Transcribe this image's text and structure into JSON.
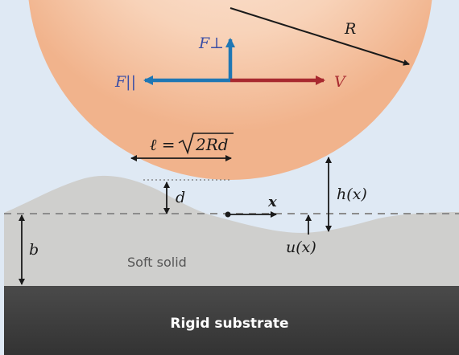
{
  "labels": {
    "radius": "R",
    "force_perp": "F⊥",
    "force_parallel": "F||",
    "velocity": "V",
    "contact_length_lhs": "ℓ =",
    "contact_length_rad": "2Rd",
    "indent_depth": "d",
    "position_x": "x",
    "gap": "h(x)",
    "displacement": "u(x)",
    "thickness": "b",
    "soft_layer": "Soft solid",
    "substrate": "Rigid substrate"
  },
  "colors": {
    "sky": "#dfe9f4",
    "sphere_center": "#fde9dc",
    "sphere_edge": "#f3b893",
    "soft_solid": "#cfcfcd",
    "substrate": "#3f3f3f",
    "force_blue": "#1f77b4",
    "velocity_red": "#a8292f",
    "label_blue": "#3a4ea6",
    "label_red": "#a8292f",
    "ink": "#1a1a1a",
    "dashed_line": "#8c8c8c"
  }
}
